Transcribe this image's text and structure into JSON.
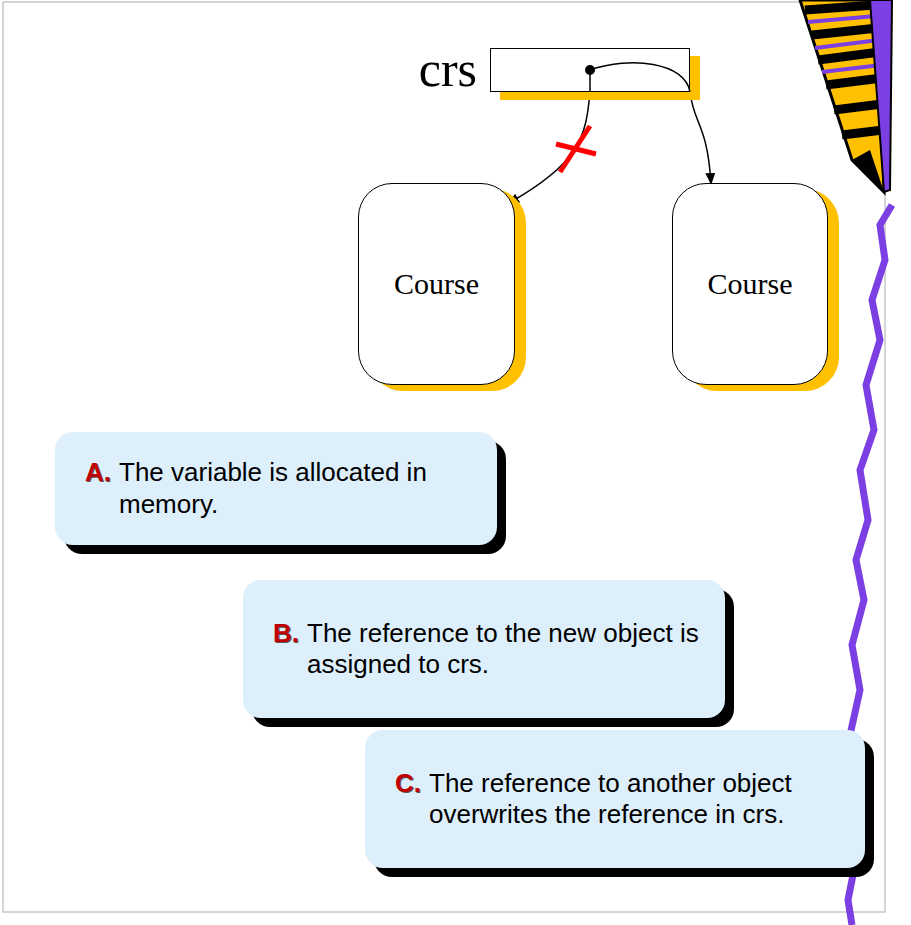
{
  "diagram": {
    "nodes": [
      {
        "text": [
          "crs"
        ]
      },
      {
        "text": [
          "Course"
        ]
      },
      {
        "text": [
          "Course"
        ]
      },
      {
        "text": [
          "A.",
          "The variable is allocated in memory."
        ]
      },
      {
        "text": [
          "B.",
          "The reference to the new object is assigned to crs."
        ]
      },
      {
        "text": [
          "C.",
          "The reference to another object overwrites the reference in crs."
        ]
      }
    ],
    "edges": [
      {
        "from": 0,
        "to": 1,
        "arrow": "to"
      },
      {
        "from": 0,
        "to": 2,
        "arrow": "to"
      }
    ]
  }
}
